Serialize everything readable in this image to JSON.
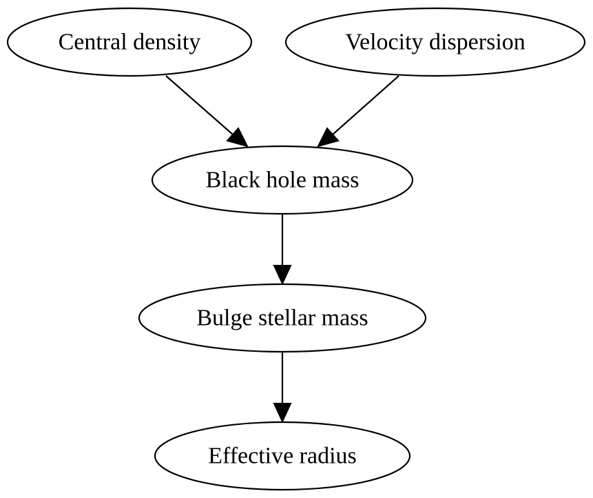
{
  "diagram": {
    "nodes": [
      {
        "id": "central_density",
        "label": "Central density"
      },
      {
        "id": "velocity_dispersion",
        "label": "Velocity dispersion"
      },
      {
        "id": "black_hole_mass",
        "label": "Black hole mass"
      },
      {
        "id": "bulge_stellar_mass",
        "label": "Bulge stellar mass"
      },
      {
        "id": "effective_radius",
        "label": "Effective radius"
      }
    ],
    "edges": [
      {
        "from": "central_density",
        "to": "black_hole_mass"
      },
      {
        "from": "velocity_dispersion",
        "to": "black_hole_mass"
      },
      {
        "from": "black_hole_mass",
        "to": "bulge_stellar_mass"
      },
      {
        "from": "bulge_stellar_mass",
        "to": "effective_radius"
      }
    ],
    "colors": {
      "stroke": "#000000",
      "fill": "#ffffff",
      "text": "#000000"
    }
  }
}
